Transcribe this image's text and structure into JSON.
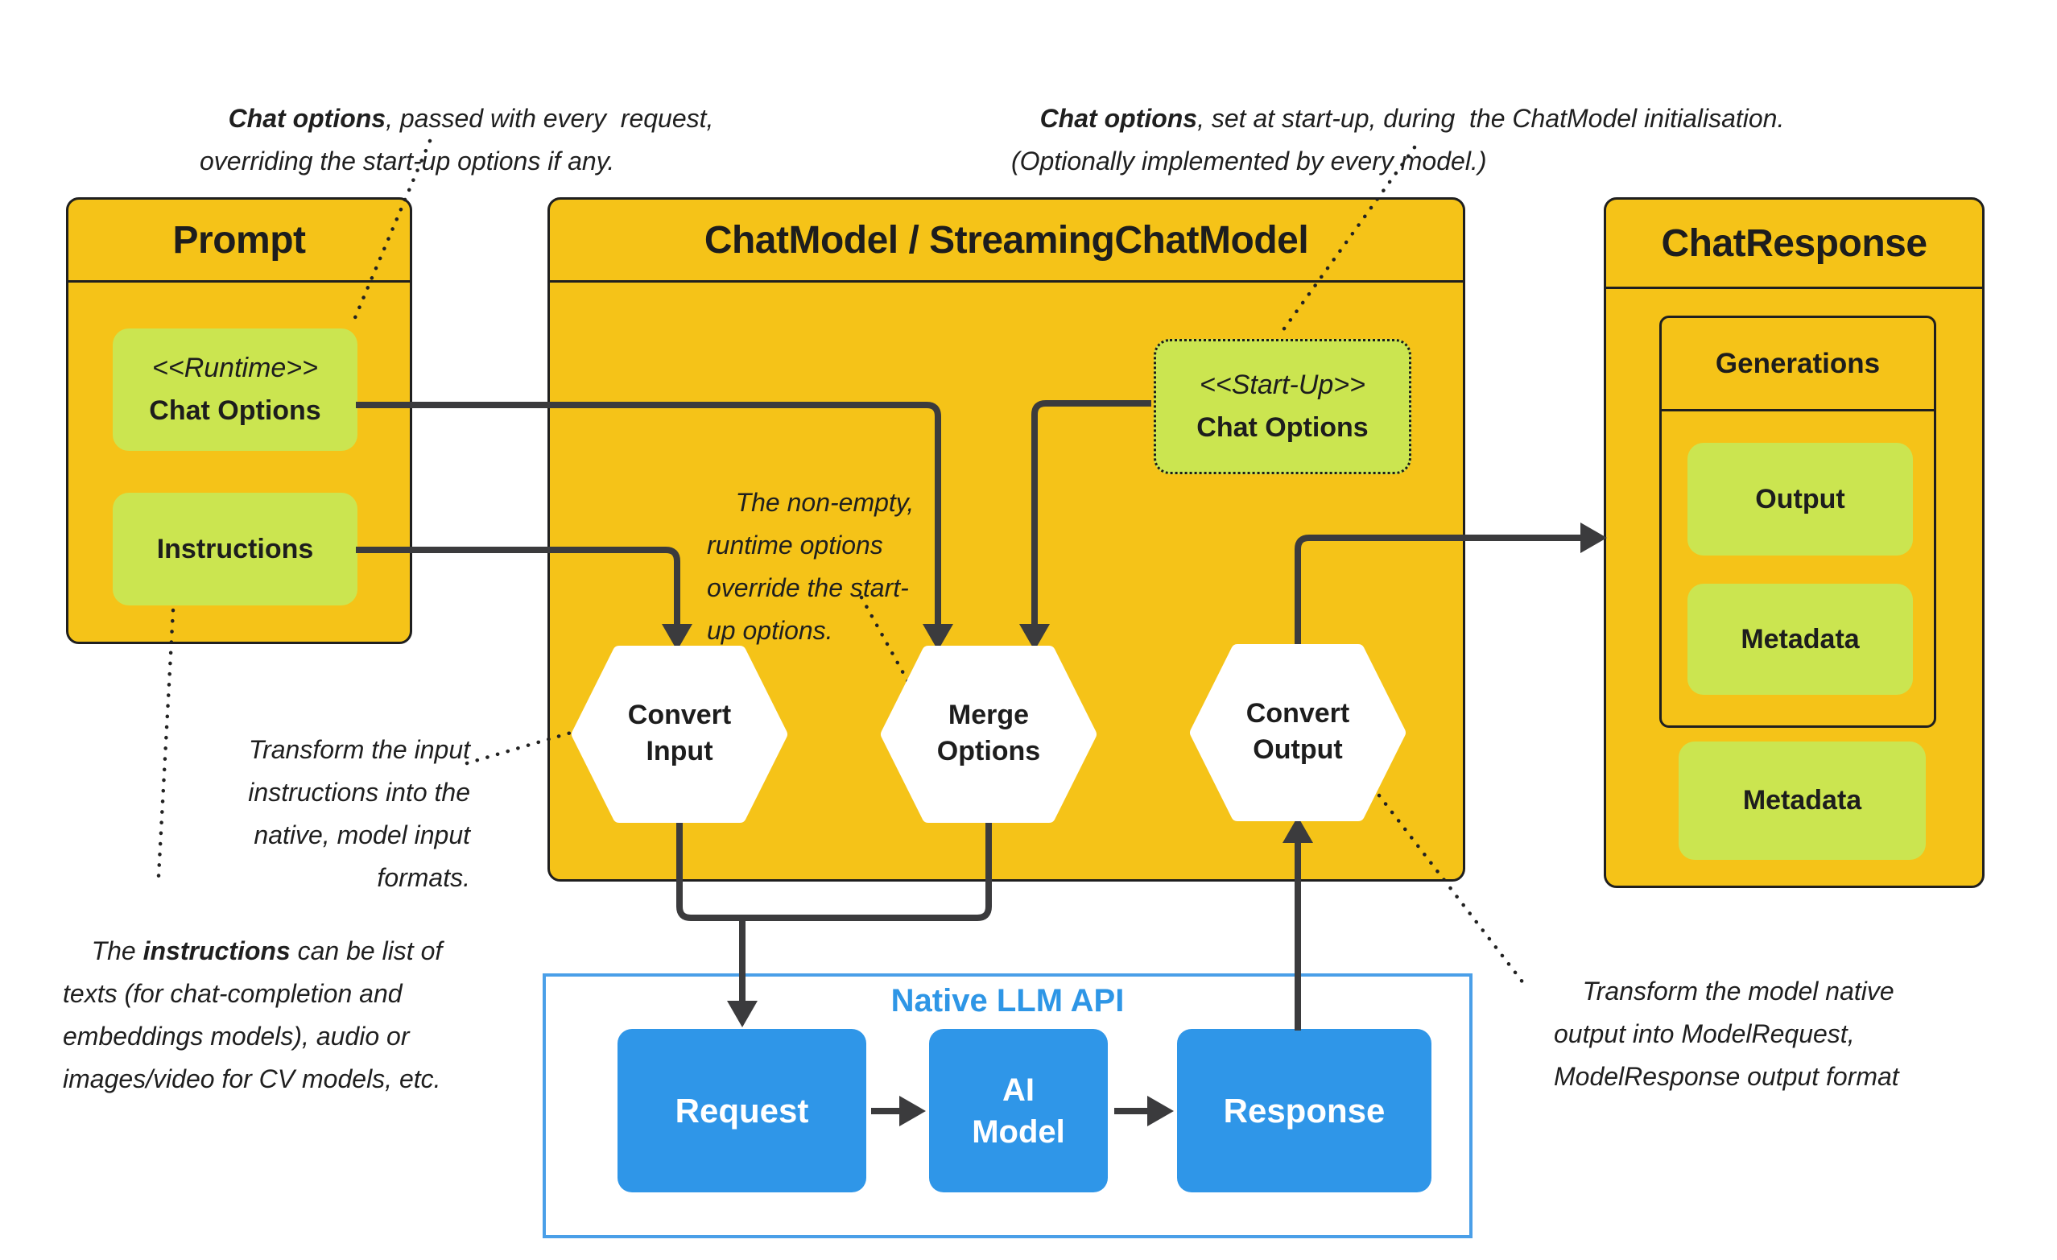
{
  "colors": {
    "yellow": "#F5C318",
    "green": "#CBE550",
    "blue_box": "#2F96E8",
    "blue_border": "#4A9FE8",
    "blue_title": "#2E96E6",
    "wire": "#3B3B3D",
    "ink": "#1D1D1D"
  },
  "prompt": {
    "title": "Prompt",
    "runtime": {
      "stereotype": "<<Runtime>>",
      "label": "Chat Options"
    },
    "instructions_label": "Instructions"
  },
  "chat_model": {
    "title": "ChatModel / StreamingChatModel",
    "startup": {
      "stereotype": "<<Start-Up>>",
      "label": "Chat Options"
    },
    "hexagons": [
      {
        "line1": "Convert",
        "line2": "Input"
      },
      {
        "line1": "Merge",
        "line2": "Options"
      },
      {
        "line1": "Convert",
        "line2": "Output"
      }
    ]
  },
  "chat_response": {
    "title": "ChatResponse",
    "generations_title": "Generations",
    "output_label": "Output",
    "generations_metadata_label": "Metadata",
    "metadata_label": "Metadata"
  },
  "native_api": {
    "title": "Native LLM API",
    "request_label": "Request",
    "ai_model": {
      "line1": "AI",
      "line2": "Model"
    },
    "response_label": "Response"
  },
  "annotations": {
    "top_left": {
      "pre": "",
      "bold": "Chat options",
      "post": ", passed with every  request, overriding the start-up options if any."
    },
    "top_right": {
      "pre": "",
      "bold": "Chat options",
      "post": ", set at start-up, during  the ChatModel initialisation. (Optionally implemented by every model.)"
    },
    "merge_note": {
      "pre": "The non-empty, runtime options override the start-up options.",
      "bold": "",
      "post": ""
    },
    "convert_input_note": {
      "pre": "Transform the input instructions into the native, model input formats.",
      "bold": "",
      "post": ""
    },
    "instructions_note": {
      "pre": "The ",
      "bold": "instructions",
      "post": " can be list of texts (for chat-completion and embeddings models), audio or images/video for CV models, etc."
    },
    "convert_output_note": {
      "pre": "Transform the model native output into ModelRequest, ModelResponse output format",
      "bold": "",
      "post": ""
    }
  }
}
